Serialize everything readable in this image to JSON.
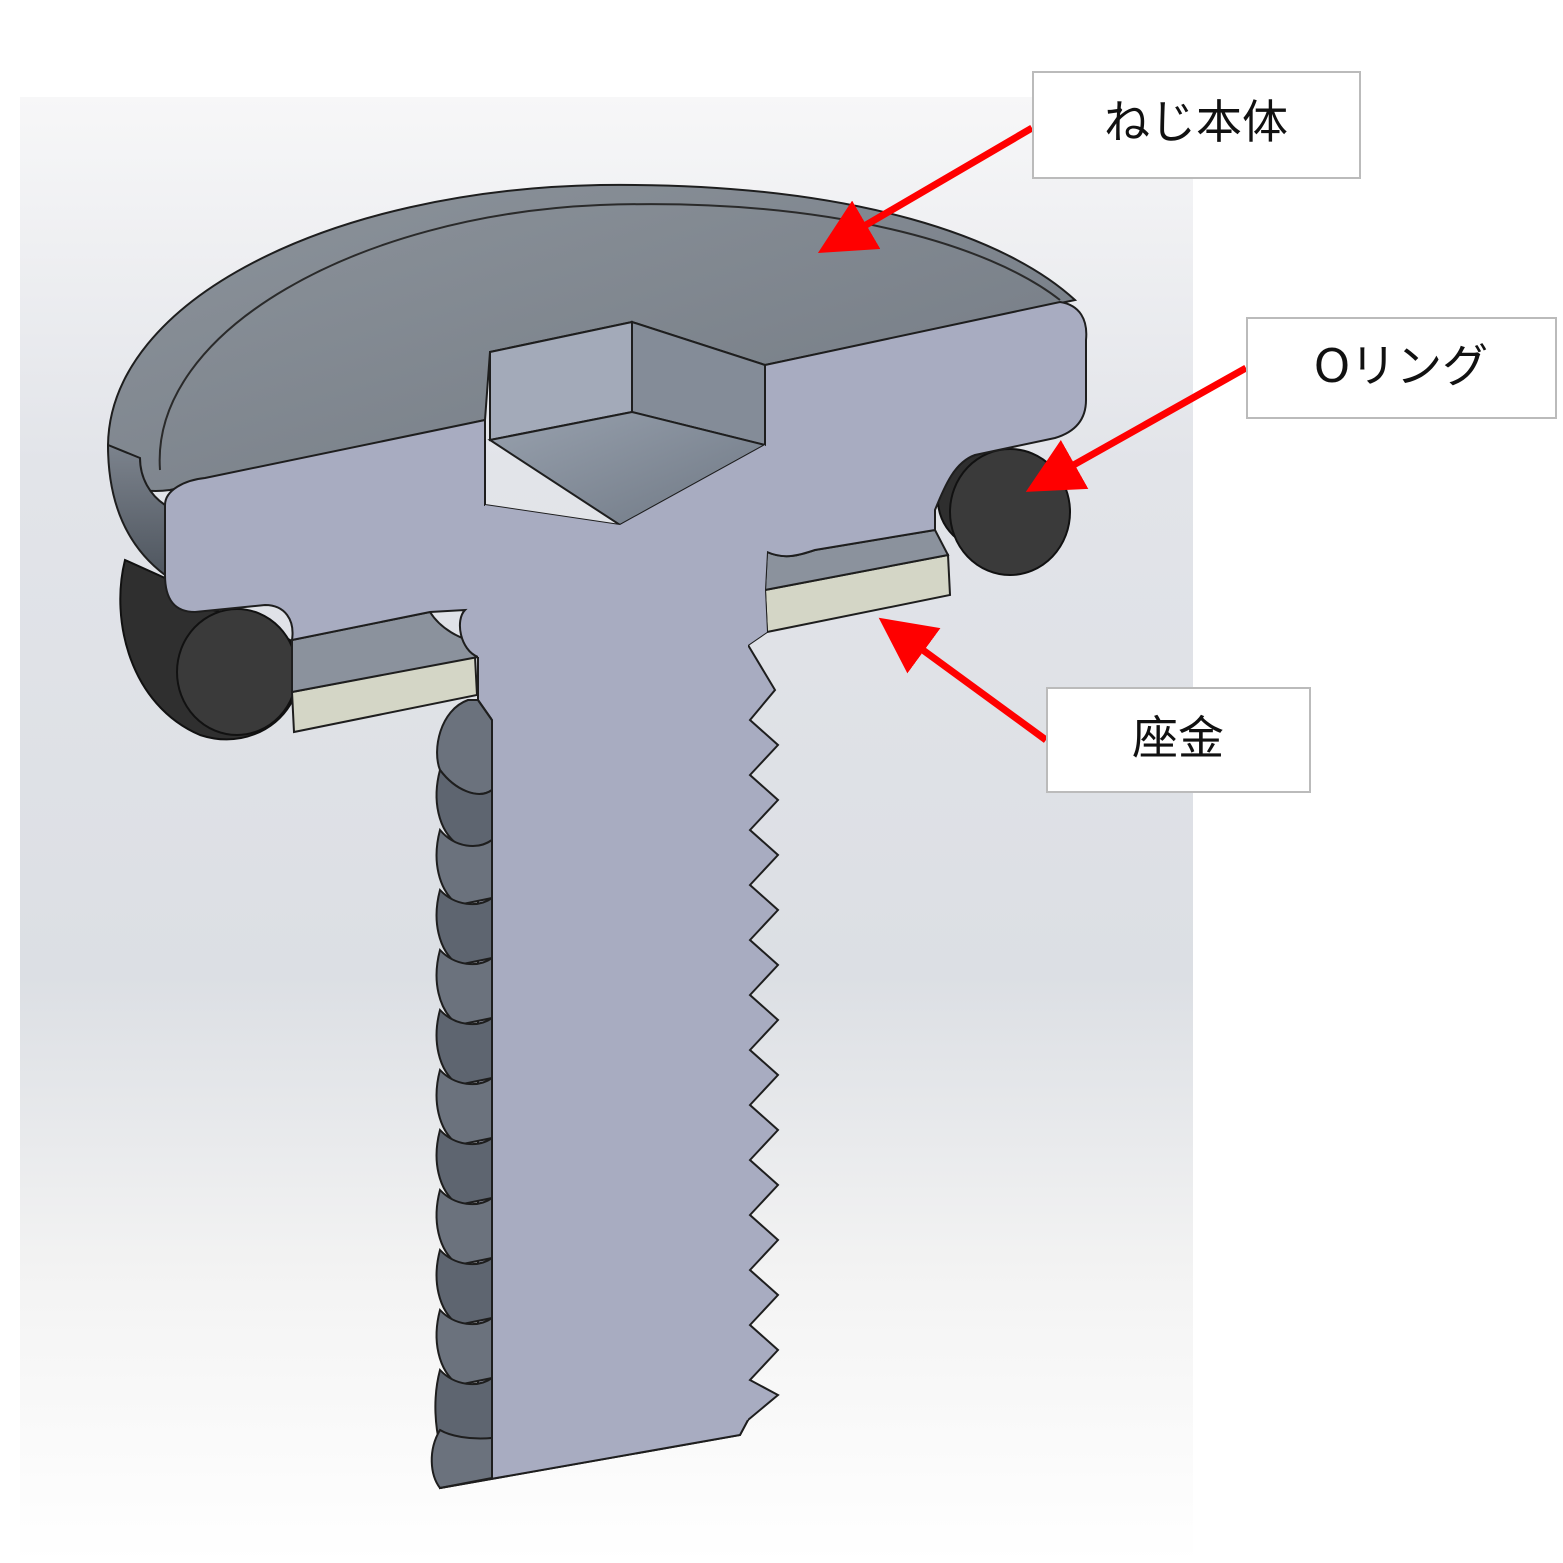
{
  "labels": {
    "screw_body": "ねじ本体",
    "o_ring": "Oリング",
    "washer": "座金"
  },
  "colors": {
    "section_face": "#a8acc1",
    "head_top": "#7a8189",
    "o_ring": "#3a3a3a",
    "washer": "#d4d6c6",
    "thread_shadow": "#5e6570",
    "arrow": "#ff0000",
    "callout_border": "#bbbbbb",
    "viewport_bg": "#e4e6ea"
  }
}
